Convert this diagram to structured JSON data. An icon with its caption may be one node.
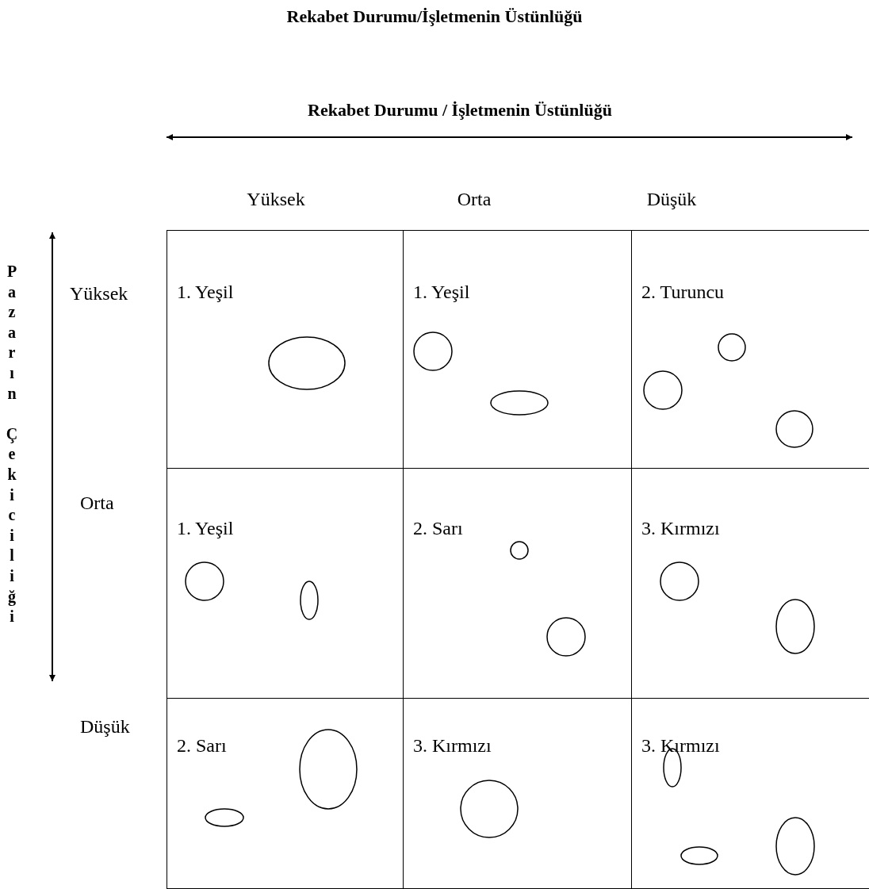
{
  "diagram": {
    "title": "Rekabet Durumu/İşletmenin Üstünlüğü",
    "nodes": [
      {
        "text": [
          "1. Yeşil"
        ]
      },
      {
        "text": [
          "1. Yeşil"
        ]
      },
      {
        "text": [
          "2. Turuncu"
        ]
      },
      {
        "text": [
          "1. Yeşil"
        ]
      },
      {
        "text": [
          "2. Sarı"
        ]
      },
      {
        "text": [
          "3. Kırmızı"
        ]
      },
      {
        "text": [
          "2. Sarı"
        ]
      },
      {
        "text": [
          "3. Kırmızı"
        ]
      },
      {
        "text": [
          "3. Kırmızı"
        ]
      }
    ],
    "edges": [],
    "labels": [
      "Rekabet Durumu / İşletmenin Üstünlüğü",
      "Yüksek",
      "Orta",
      "Düşük",
      "Pazarın Çekiciliği",
      "Yüksek",
      "Orta",
      "Düşük"
    ]
  }
}
